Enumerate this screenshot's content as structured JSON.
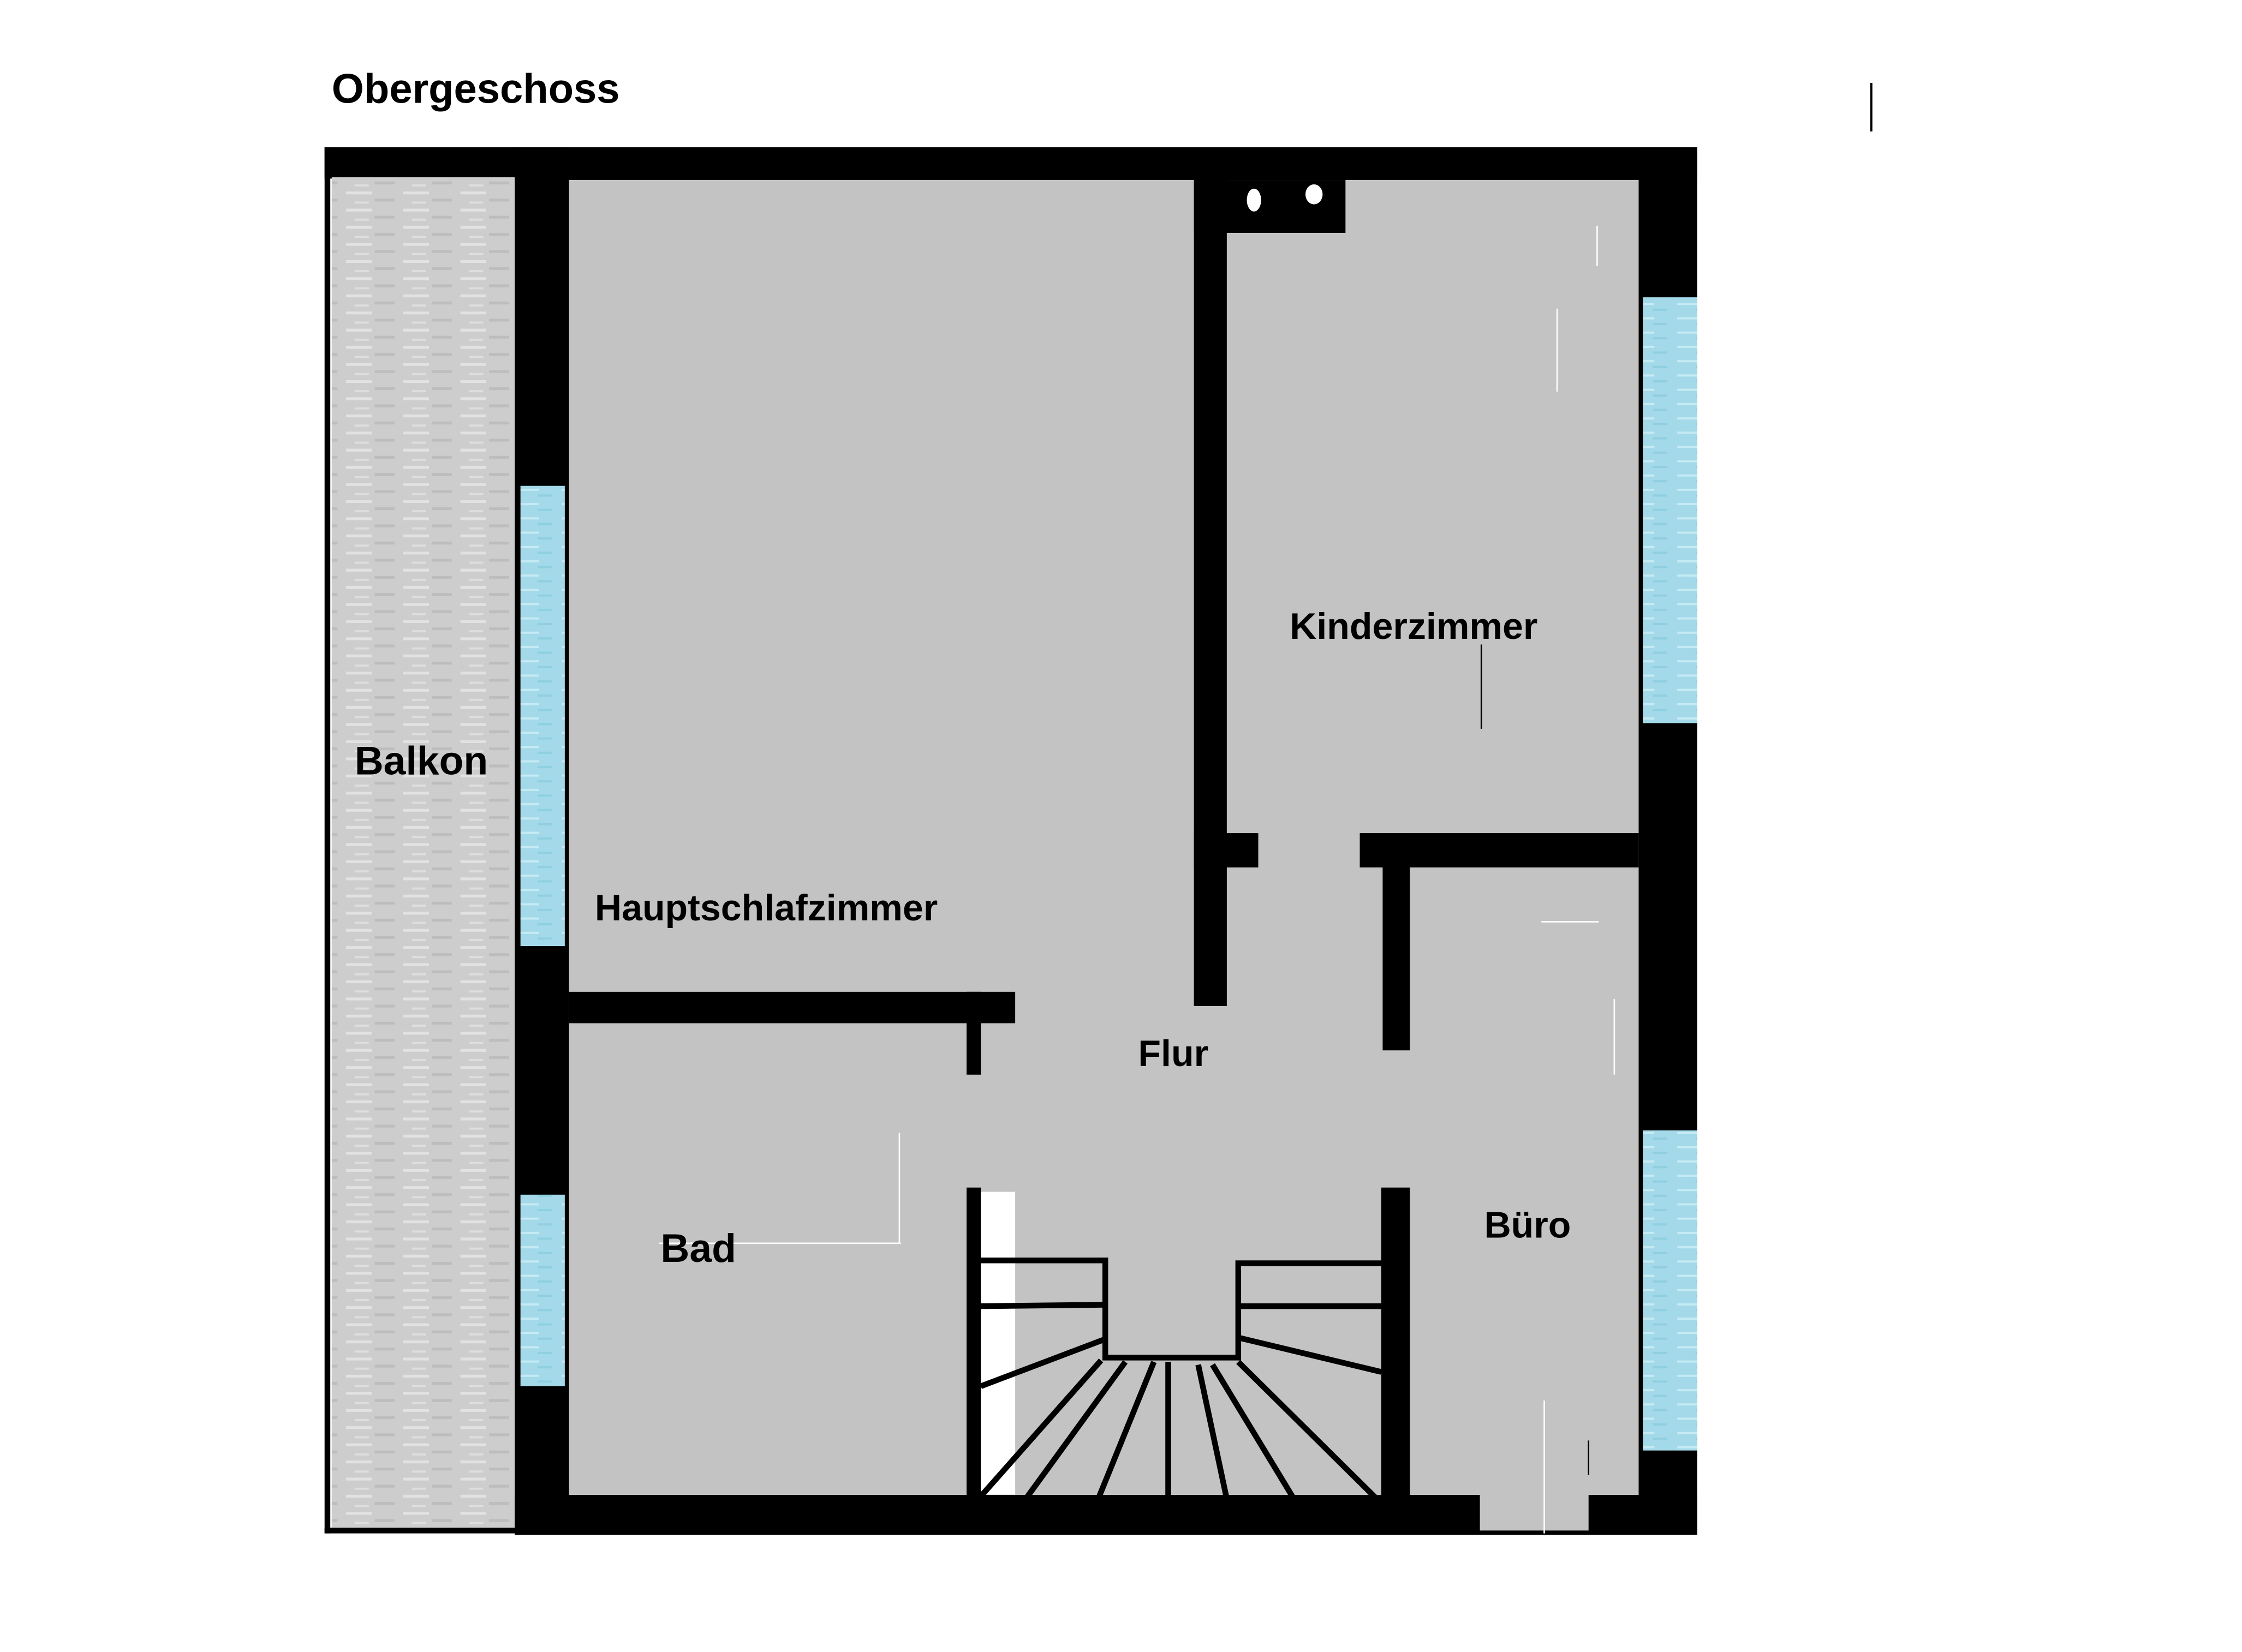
{
  "title": "Obergeschoss",
  "colors": {
    "wall": "#000000",
    "floor": "#c3c3c3",
    "balcony": "#cfcfcf",
    "window": "#a6dcea",
    "background": "#ffffff"
  },
  "rooms": [
    {
      "id": "balkon",
      "label": "Balkon"
    },
    {
      "id": "hauptschlafzimmer",
      "label": "Hauptschlafzimmer"
    },
    {
      "id": "kinderzimmer",
      "label": "Kinderzimmer"
    },
    {
      "id": "flur",
      "label": "Flur"
    },
    {
      "id": "bad",
      "label": "Bad"
    },
    {
      "id": "buero",
      "label": "Büro"
    }
  ]
}
